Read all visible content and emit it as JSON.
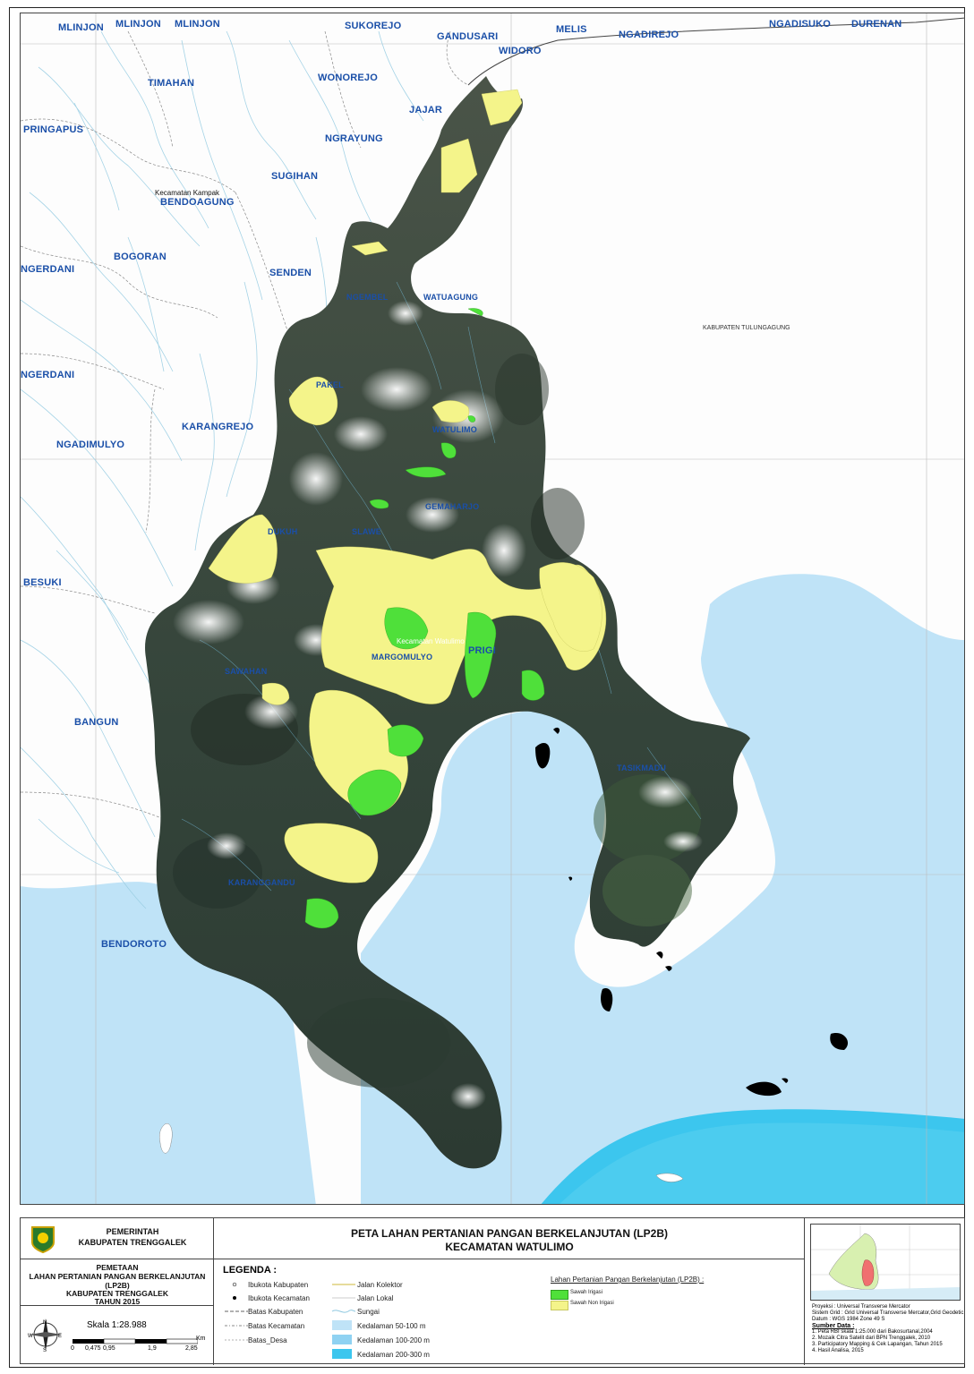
{
  "villages_outside": [
    {
      "name": "MLINJON"
    },
    {
      "name": "MLINJON"
    },
    {
      "name": "MLINJON"
    },
    {
      "name": "SUKOREJO"
    },
    {
      "name": "GANDUSARI"
    },
    {
      "name": "WIDORO"
    },
    {
      "name": "MELIS"
    },
    {
      "name": "NGADIREJO"
    },
    {
      "name": "NGADISUKO"
    },
    {
      "name": "DURENAN"
    },
    {
      "name": "TIMAHAN"
    },
    {
      "name": "WONOREJO"
    },
    {
      "name": "JAJAR"
    },
    {
      "name": "PRINGAPUS"
    },
    {
      "name": "NGRAYUNG"
    },
    {
      "name": "SUGIHAN"
    },
    {
      "name": "BENDOAGUNG"
    },
    {
      "name": "BOGORAN"
    },
    {
      "name": "NGERDANI"
    },
    {
      "name": "SENDEN"
    },
    {
      "name": "NGERDANI"
    },
    {
      "name": "KARANGREJO"
    },
    {
      "name": "NGADIMULYO"
    },
    {
      "name": "BESUKI"
    },
    {
      "name": "BANGUN"
    },
    {
      "name": "BENDOROTO"
    }
  ],
  "villages_inside": [
    {
      "name": "GEMAHARJO"
    },
    {
      "name": "PRIGI"
    },
    {
      "name": "MARGOMULYO"
    },
    {
      "name": "TASIKMADU"
    },
    {
      "name": "KARANGGANDU"
    },
    {
      "name": "WATULIMO"
    },
    {
      "name": "SLAWE"
    },
    {
      "name": "DUKUH"
    },
    {
      "name": "SAWAHAN"
    },
    {
      "name": "NGEMBEL"
    },
    {
      "name": "WATUAGUNG"
    },
    {
      "name": "PAKEL"
    }
  ],
  "map_text": {
    "kec_kampak": "Kecamatan Kampak",
    "kec_watulimo": "Kecamatan Watulimo",
    "kab_tulungagung": "KABUPATEN TULUNGAGUNG"
  },
  "legend_area": {
    "gov_line1": "PEMERINTAH",
    "gov_line2": "KABUPATEN TRENGGALEK",
    "title_line1": "PETA  LAHAN PERTANIAN PANGAN BERKELANJUTAN (LP2B)",
    "title_line2": "KECAMATAN WATULIMO",
    "pemetaan_1": "PEMETAAN",
    "pemetaan_2": "LAHAN PERTANIAN PANGAN BERKELANJUTAN",
    "pemetaan_3": "(LP2B)",
    "pemetaan_4": "KABUPATEN TRENGGALEK",
    "pemetaan_5": "TAHUN 2015",
    "scale_label": "Skala   1:28.988",
    "scale_unit": "Km",
    "scale_ticks": [
      "0",
      "0,475",
      "0,95",
      "1,9",
      "2,85"
    ],
    "legenda_title": "LEGENDA :",
    "legend_col1": [
      "Ibukota Kabupaten",
      "Ibukota Kecamatan",
      "Batas Kabupaten",
      "Batas Kecamatan",
      "Batas_Desa"
    ],
    "legend_col2": [
      "Jalan Kolektor",
      "Jalan Lokal",
      "Sungai",
      "Kedalaman 50-100 m",
      "Kedalaman 100-200 m",
      "Kedalaman 200-300 m"
    ],
    "lp2b_title": "Lahan Pertanian Pangan Berkelanjutan (LP2B) :",
    "lp2b_items": [
      "Sawah Irigasi",
      "Sawah Non Irigasi"
    ],
    "proj": [
      "Proyeksi    : Universal Transverse Mercator",
      "Sistem Grid : Grid Universal Transverse Mercator,Grid Geodetic",
      "Datum       : WGS 1984 Zone 49 S"
    ],
    "sumber_title": "Sumber Data :",
    "sumber": [
      "1. Peta RBI skala 1:25.000 dari Bakosurtanal,2004",
      "2. Mozaik Citra Satelit dari BPN Trenggalek, 2010",
      "3. Participatory Mapping & Cek Lapangan, Tahun 2015",
      "4. Hasil Analisa, 2015"
    ],
    "compass": {
      "n": "N",
      "s": "S",
      "e": "E",
      "w": "W"
    }
  },
  "colors": {
    "sawah_irigasi": "#4fe03a",
    "sawah_non_irigasi": "#f4f48a",
    "sea_shallow": "#bfe3f7",
    "sea_mid": "#8fd2f2",
    "sea_deep": "#3cc6ee",
    "land_dark": "#3a4a3a",
    "river": "#8ec8e0",
    "village_label": "#1a4fa8"
  }
}
